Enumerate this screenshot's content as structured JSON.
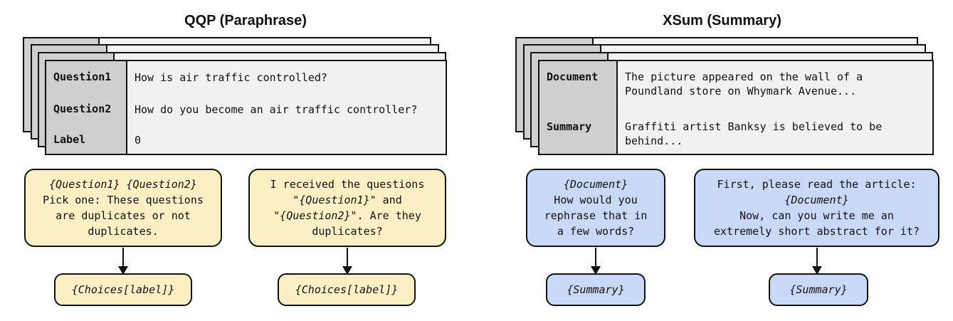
{
  "qqp": {
    "title": "QQP (Paraphrase)",
    "rows": [
      {
        "key": "Question1",
        "value": "How is air traffic controlled?"
      },
      {
        "key": "Question2",
        "value": "How do you become an air traffic controller?"
      },
      {
        "key": "Label",
        "value": "0"
      }
    ],
    "prompt1": {
      "line1": "{Question1} {Question2}",
      "line2": "Pick one: These questions",
      "line3": "are duplicates or not",
      "line4": "duplicates."
    },
    "prompt2": {
      "line1": "I received the questions",
      "line2_pre": "\"",
      "line2_var": "{Question1}",
      "line2_post": "\" and",
      "line3_pre": "\"",
      "line3_var": "{Question2}",
      "line3_post": "\". Are they",
      "line4": "duplicates?"
    },
    "answer1": "{Choices[label]}",
    "answer2": "{Choices[label]}"
  },
  "xsum": {
    "title": "XSum (Summary)",
    "rows": [
      {
        "key": "Document",
        "value_line1": "The picture appeared on the wall of a",
        "value_line2": "Poundland store on Whymark Avenue..."
      },
      {
        "key": "Summary",
        "value_line1": "Graffiti artist Banksy is believed to be",
        "value_line2": "behind..."
      }
    ],
    "prompt1": {
      "line1": "{Document}",
      "line2": "How would you",
      "line3": "rephrase that in",
      "line4": "a few words?"
    },
    "prompt2": {
      "line1": "First, please read the article:",
      "line2": "{Document}",
      "line3": "Now, can you write me an",
      "line4": "extremely short abstract for it?"
    },
    "answer1": "{Summary}",
    "answer2": "{Summary}"
  },
  "colors": {
    "prompt_yellow": "#fcefc4",
    "prompt_blue": "#c9d8f6",
    "card_gray": "#f1f1f1",
    "key_gray": "#cfcfcf"
  }
}
